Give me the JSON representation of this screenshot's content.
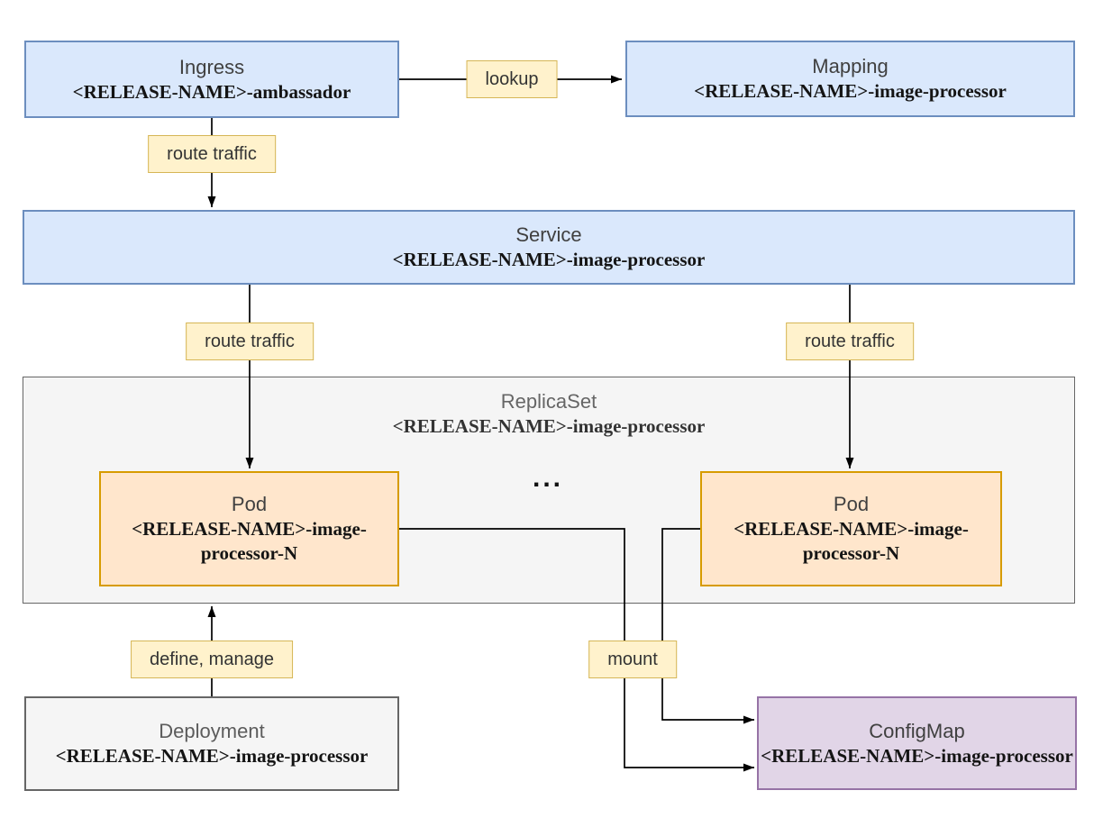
{
  "nodes": {
    "ingress": {
      "title": "Ingress",
      "subtitle": "<RELEASE-NAME>-ambassador"
    },
    "mapping": {
      "title": "Mapping",
      "subtitle": "<RELEASE-NAME>-image-processor"
    },
    "service": {
      "title": "Service",
      "subtitle": "<RELEASE-NAME>-image-processor"
    },
    "replicaset": {
      "title": "ReplicaSet",
      "subtitle": "<RELEASE-NAME>-image-processor"
    },
    "podLeft": {
      "title": "Pod",
      "subtitle": "<RELEASE-NAME>-image-processor-N"
    },
    "podRight": {
      "title": "Pod",
      "subtitle": "<RELEASE-NAME>-image-processor-N"
    },
    "deployment": {
      "title": "Deployment",
      "subtitle": "<RELEASE-NAME>-image-processor"
    },
    "configmap": {
      "title": "ConfigMap",
      "subtitle": "<RELEASE-NAME>-image-processor"
    }
  },
  "labels": {
    "lookup": "lookup",
    "routeTrafficIngress": "route traffic",
    "routeTrafficLeft": "route traffic",
    "routeTrafficRight": "route traffic",
    "defineManage": "define, manage",
    "mount": "mount",
    "ellipsis": "..."
  },
  "colors": {
    "blue_fill": "#dae8fc",
    "blue_stroke": "#6c8ebf",
    "orange_fill": "#ffe6cc",
    "orange_stroke": "#d79b00",
    "purple_fill": "#e1d5e7",
    "purple_stroke": "#9673a6",
    "gray_fill": "#f5f5f5",
    "gray_stroke": "#666666",
    "edge_label_fill": "#fff2cc",
    "edge_label_stroke": "#d6b656",
    "connector": "#000000"
  }
}
